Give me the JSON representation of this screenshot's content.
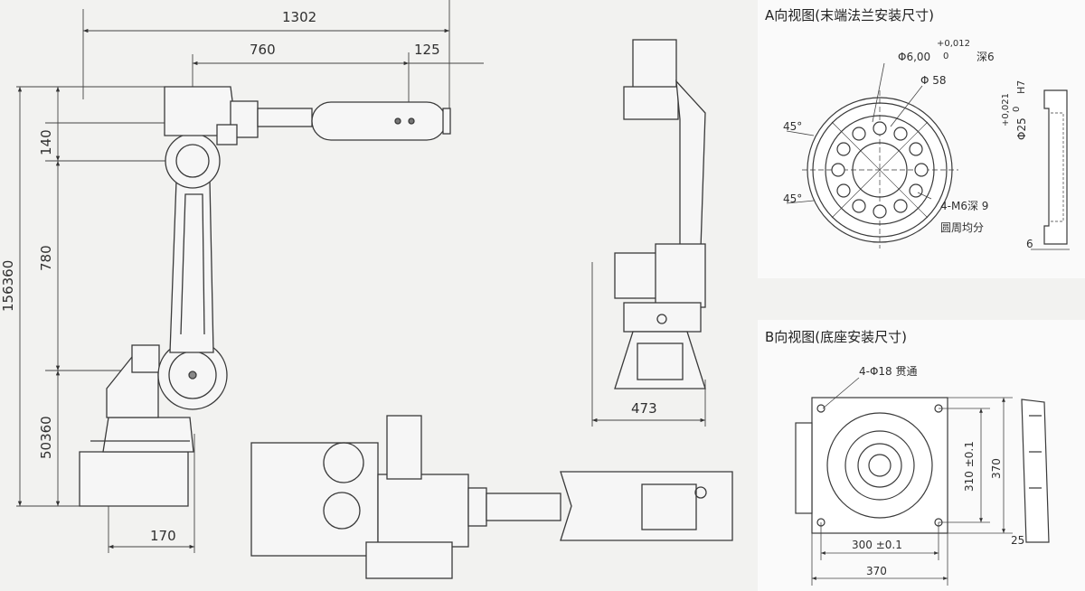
{
  "main_dims": {
    "overall_length": "1302",
    "upper_arm_length": "760",
    "wrist_length": "125",
    "total_height": "156360",
    "shoulder_offset": "140",
    "lower_arm_length": "780",
    "base_height": "50360",
    "base_offset": "170",
    "side_width": "473"
  },
  "flange_view": {
    "title": "A向视图(末端法兰安装尺寸)",
    "pin_dia": "Φ6,00",
    "pin_tol_upper": "+0,012",
    "pin_tol_lower": "0",
    "pin_depth": "深6",
    "pcd": "Φ 58",
    "bore": "Φ25",
    "bore_tol_upper": "+0,021",
    "bore_tol_lower": "0",
    "bore_fit": "H7",
    "angle_top": "45°",
    "angle_bottom": "45°",
    "thread": "4-M6深 9",
    "thread_note": "圆周均分",
    "flange_thickness": "6"
  },
  "base_view": {
    "title": "B向视图(底座安装尺寸)",
    "holes": "4-Φ18  贯通",
    "inner_height": "310 ±0.1",
    "outer_height": "370",
    "inner_width": "300 ±0.1",
    "outer_width": "370",
    "plate_thickness": "25"
  }
}
